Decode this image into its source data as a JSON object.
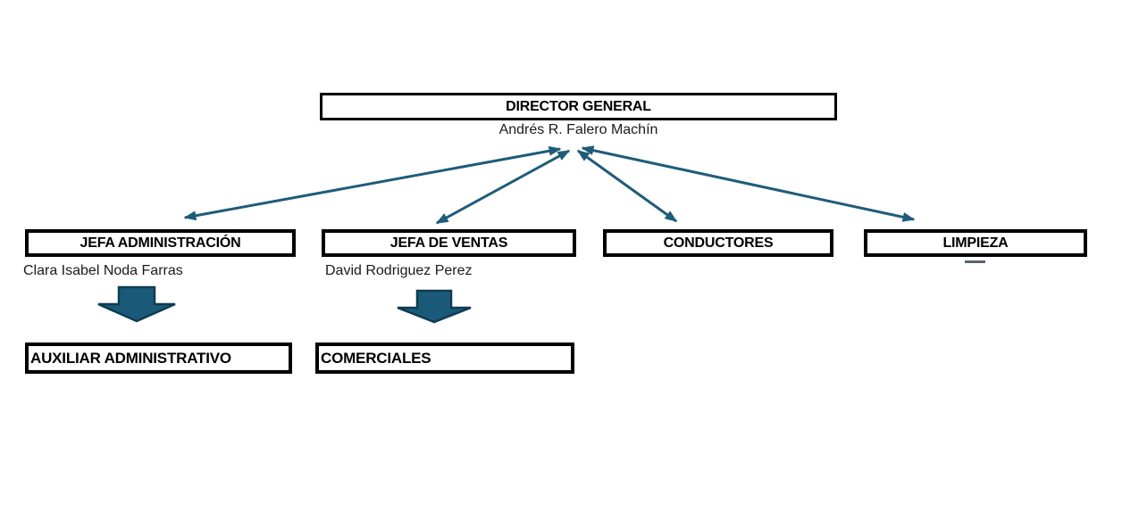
{
  "colors": {
    "connector": "#1e5c7a",
    "block_arrow_fill": "#1a5a78",
    "block_arrow_stroke": "#0e3c50",
    "box_border": "#000000",
    "limpieza_dash": "#5a6470"
  },
  "org": {
    "director": {
      "title": "DIRECTOR GENERAL",
      "person": "Andrés R. Falero Machín"
    },
    "departments": [
      {
        "title": "JEFA ADMINISTRACIÓN",
        "person": "Clara Isabel Noda Farras"
      },
      {
        "title": "JEFA DE VENTAS",
        "person": "David Rodriguez Perez"
      },
      {
        "title": "CONDUCTORES"
      },
      {
        "title": "LIMPIEZA"
      }
    ],
    "subunits": [
      {
        "title": "AUXILIAR ADMINISTRATIVO"
      },
      {
        "title": "COMERCIALES"
      }
    ]
  }
}
